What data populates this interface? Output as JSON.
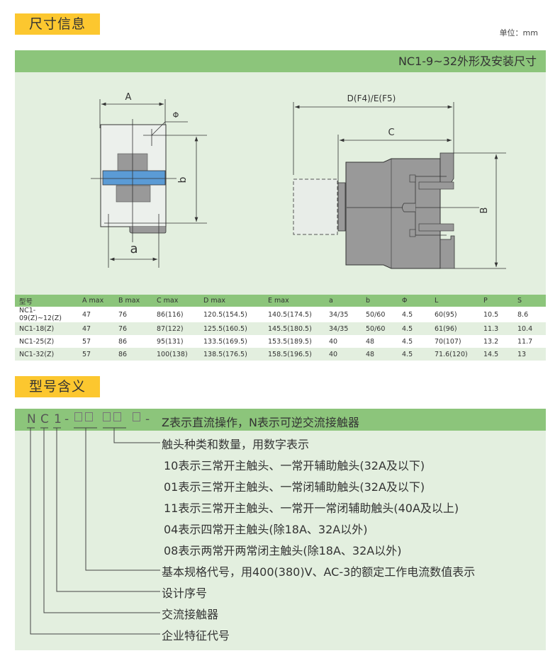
{
  "dimensions_section": {
    "tag": "尺寸信息",
    "unit_note": "单位：mm",
    "panel_title": "NC1-9~32外形及安装尺寸",
    "front_view_labels": {
      "A": "A",
      "phi": "Φ",
      "b": "b",
      "a": "a"
    },
    "side_view_labels": {
      "DE": "D(F4)/E(F5)",
      "C": "C",
      "B": "B"
    },
    "table": {
      "headers": [
        "型号",
        "A max",
        "B max",
        "C max",
        "D max",
        "E max",
        "a",
        "b",
        "Φ",
        "L",
        "P",
        "S"
      ],
      "rows": [
        [
          "NC1-09(Z)~12(Z)",
          "47",
          "76",
          "86(116)",
          "120.5(154.5)",
          "140.5(174.5)",
          "34/35",
          "50/60",
          "4.5",
          "60(95)",
          "10.5",
          "8.6"
        ],
        [
          "NC1-18(Z)",
          "47",
          "76",
          "87(122)",
          "125.5(160.5)",
          "145.5(180.5)",
          "34/35",
          "50/60",
          "4.5",
          "61(96)",
          "11.3",
          "10.4"
        ],
        [
          "NC1-25(Z)",
          "57",
          "86",
          "95(131)",
          "133.5(169.5)",
          "153.5(189.5)",
          "40",
          "48",
          "4.5",
          "70(107)",
          "13.2",
          "11.7"
        ],
        [
          "NC1-32(Z)",
          "57",
          "86",
          "100(138)",
          "138.5(176.5)",
          "158.5(196.5)",
          "40",
          "48",
          "4.5",
          "71.6(120)",
          "14.5",
          "13"
        ]
      ]
    }
  },
  "model_section": {
    "tag": "型号含义",
    "code": {
      "N": "N",
      "C": "C",
      "one": "1",
      "dash1": "-",
      "dash2": "-"
    },
    "header_desc": "Z表示直流操作，N表示可逆交流接触器",
    "descriptions": [
      "触头种类和数量，用数字表示",
      "10表示三常开主触头、一常开辅助触头(32A及以下)",
      "01表示三常开主触头、一常闭辅助触头(32A及以下)",
      "11表示三常开主触头、一常开一常闭辅助触头(40A及以上)",
      "04表示四常开主触头(除18A、32A以外)",
      "08表示两常开两常闭主触头(除18A、32A以外)",
      "基本规格代号，用400(380)V、AC-3的额定工作电流数值表示",
      "设计序号",
      "交流接触器",
      "企业特征代号"
    ]
  },
  "colors": {
    "tag_yellow": "#fcc72f",
    "header_green": "#8cc57b",
    "panel_light_green": "#e3efdf",
    "device_gray": "#999999",
    "accent_blue": "#5b9bd5"
  }
}
